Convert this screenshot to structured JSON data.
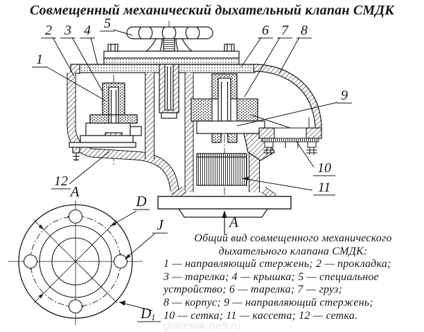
{
  "title": "Совмещенный механический дыхательный клапан СМДК",
  "watermark": "granovik-neft.ru",
  "callouts": [
    "1",
    "2",
    "3",
    "4",
    "5",
    "6",
    "7",
    "8",
    "9",
    "10",
    "11",
    "12"
  ],
  "view_a": {
    "label": "A",
    "d": "D",
    "j": "J",
    "d1_base": "D",
    "d1_sub": "1"
  },
  "section": {
    "label": "A"
  },
  "caption": {
    "heading1": "Общий вид совмещенного механического",
    "heading2": "дыхательного клапана СМДК:",
    "lines": [
      "1 — направляющий стержень; 2 — прокладка;",
      "3 — тарелка; 4 — крышка; 5 — специальное",
      "устройство; 6 — тарелка; 7 — груз;",
      "8 — корпус; 9 — направляющий стержень;",
      "10 — сетка; 11 — кассета; 12 — сетка."
    ]
  },
  "colors": {
    "ink": "#161616",
    "paper": "#ffffff"
  }
}
